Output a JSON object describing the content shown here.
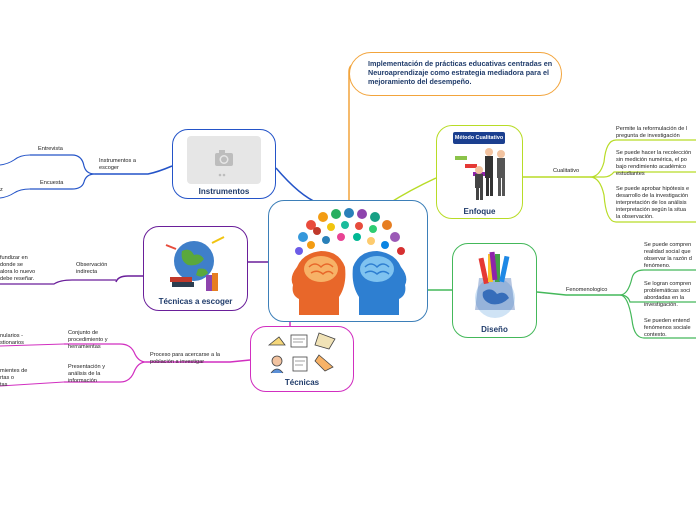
{
  "central": {
    "title": "Implementación de prácticas educativas centradas en Neuroaprendizaje como estrategia  mediadora para el mejoramiento del desempeño."
  },
  "branches": {
    "instrumentos": {
      "label": "Instrumentos",
      "sub": "Instrumentos a escoger",
      "leaves": [
        "Entrevista",
        "Encuesta"
      ],
      "cut": [
        "",
        "z"
      ]
    },
    "tecnicas_escoger": {
      "label": "Técnicas a escoger",
      "sub": "Observación indirecta",
      "cut": "fundizar en\ndonde se\nalora lo nuevo\ndebe reseñar."
    },
    "tecnicas": {
      "label": "Técnicas",
      "sub": "Proceso para acercarse a la población a investigar",
      "leaves": [
        "Conjunto de procedimiento y herramientas",
        "Presentación y análisis de la información"
      ],
      "cut": [
        "nularios -\nstionarios",
        "mientes de\nrtas o\ntas"
      ]
    },
    "enfoque": {
      "label": "Enfoque",
      "sub": "Cualitativo",
      "image_text": "Método Cualitativo",
      "leaves": [
        "Permite la reformulación de l\npregunta de investigación",
        "Se puede hacer la recolección\nsin medición numérica, el po\nbajo rendimiento académico\nestudiantes",
        "Se puede aprobar hipótesis e\ndesarrollo de la investigación\ninterpretación de los análisis\ninterpretación según la situa\nla observación."
      ]
    },
    "diseno": {
      "label": "Diseño",
      "sub": "Fenomenologico",
      "leaves": [
        "Se puede compren\nrealidad social que\nobservar la razón d\nfenómeno.",
        "Se logran compren\nproblemáticas soci\nabordadas en la\ninvestigación.",
        "Se pueden entend\nfenómenos sociale\ncontexto."
      ]
    }
  },
  "icons": [
    "brain-heads-image",
    "camera-placeholder-icon",
    "globe-books-image",
    "technique-cartoon-image",
    "metodo-cualitativo-image",
    "globe-pencils-image"
  ],
  "colors": {
    "central_border": "#3d7fb8",
    "title_border": "#f2a43c",
    "instrumentos": "#2454c8",
    "tecnicas_escoger": "#6a1f9a",
    "tecnicas": "#d12fc0",
    "enfoque": "#b8dc27",
    "diseno": "#44b85a"
  }
}
